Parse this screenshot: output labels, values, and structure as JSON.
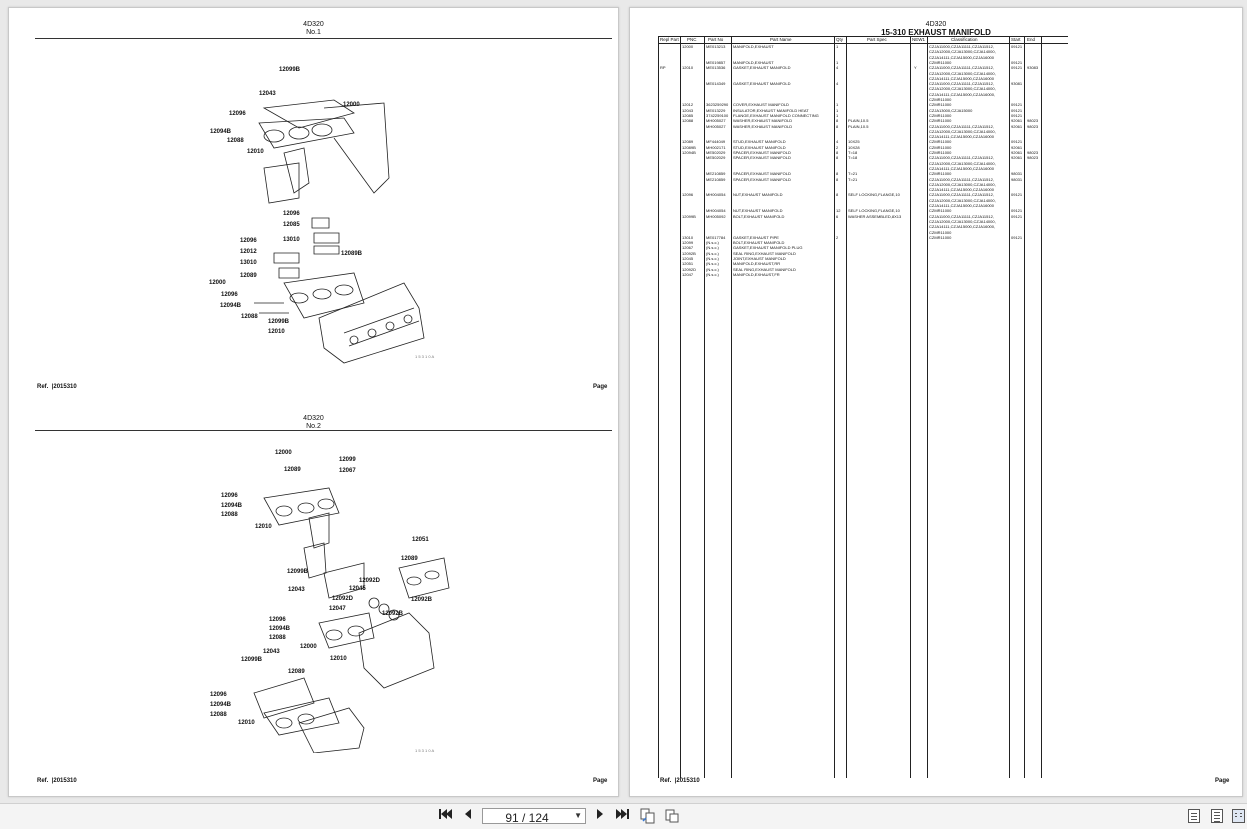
{
  "left_page": {
    "no1": {
      "model": "4D320",
      "number": "No.1",
      "ref_label": "Ref.",
      "ref_code": "2015310",
      "page_label": "Page",
      "stamp": "1 5 3 1 0 A"
    },
    "no2": {
      "model": "4D320",
      "number": "No.2",
      "ref_label": "Ref.",
      "ref_code": "2015310",
      "page_label": "Page",
      "stamp": "1 5 3 1 0 A"
    },
    "callouts1": [
      "12099B",
      "12043",
      "12000",
      "12096",
      "12094B",
      "12088",
      "12010"
    ],
    "callouts1b": [
      "12096",
      "12085",
      "13010",
      "12096",
      "12012",
      "13010",
      "12089B",
      "12089",
      "12000",
      "12096",
      "12094B",
      "12088",
      "12099B",
      "12010"
    ],
    "callouts2": [
      "12000",
      "12099",
      "12089",
      "12067",
      "12096",
      "12094B",
      "12088",
      "12010",
      "12051",
      "12089",
      "12099B",
      "12092D",
      "12043",
      "12045",
      "12092D",
      "12092B",
      "12047",
      "12092B",
      "12096",
      "12094B",
      "12088",
      "12000",
      "12043",
      "12010",
      "12099B",
      "12089",
      "12096",
      "12094B",
      "12088",
      "12010"
    ]
  },
  "right_page": {
    "model": "4D320",
    "title": "15-310 EXHAUST MANIFOLD",
    "ref_label": "Ref.",
    "ref_code": "2015310",
    "page_label": "Page",
    "columns": [
      "Repl Part",
      "PNC",
      "Part No",
      "Part Name",
      "Qty",
      "Part Spec",
      "NEW1",
      "Classification",
      "Start",
      "End"
    ],
    "rows": [
      [
        "",
        "12000",
        "ME013213",
        "MANIFOLD,EXHAUST",
        "1",
        "",
        "",
        "CZJA11000,CZJA11111,CZJA11512,",
        "09121",
        ""
      ],
      [
        "",
        "",
        "",
        "",
        "",
        "",
        "",
        "CZJA12000,CZJA13000,CZJA14000,",
        "",
        ""
      ],
      [
        "",
        "",
        "",
        "",
        "",
        "",
        "",
        "CZJA14111,CZJA15000,CZJA16000",
        "",
        ""
      ],
      [
        "",
        "",
        "ME019857",
        "MANIFOLD,EXHAUST",
        "1",
        "",
        "",
        "CZMR11000",
        "09121",
        ""
      ],
      [
        "RP",
        "12010",
        "ME013536",
        "GASKET,EXHAUST MANIFOLD",
        "4",
        "",
        "Y",
        "CZJA11000,CZJA11111,CZJA11512,",
        "09121",
        "93083"
      ],
      [
        "",
        "",
        "",
        "",
        "",
        "",
        "",
        "CZJA12000,CZJA13000,CZJA14000,",
        "",
        ""
      ],
      [
        "",
        "",
        "",
        "",
        "",
        "",
        "",
        "CZJA14111,CZJA15000,CZJA16000",
        "",
        ""
      ],
      [
        "",
        "",
        "ME014349",
        "GASKET,EXHAUST MANIFOLD",
        "4",
        "",
        "",
        "CZJA11000,CZJA11111,CZJA11512,",
        "93081",
        ""
      ],
      [
        "",
        "",
        "",
        "",
        "",
        "",
        "",
        "CZJA12000,CZJA13000,CZJA14000,",
        "",
        ""
      ],
      [
        "",
        "",
        "",
        "",
        "",
        "",
        "",
        "CZJA14111,CZJA15000,CZJA16000,",
        "",
        ""
      ],
      [
        "",
        "",
        "",
        "",
        "",
        "",
        "",
        "CZMR11000",
        "",
        ""
      ],
      [
        "",
        "12012",
        "3623259290",
        "COVER,EXHAUST MANIFOLD",
        "1",
        "",
        "",
        "CZMR11000",
        "09121",
        ""
      ],
      [
        "",
        "12043",
        "ME013229",
        "INSULATOR,EXHAUST MANIFOLD HEAT",
        "1",
        "",
        "",
        "CZJA13000,CZJA15000",
        "09121",
        ""
      ],
      [
        "",
        "12085",
        "3742259100",
        "FLANGE,EXHAUST MANIFOLD CONNECTING",
        "1",
        "",
        "",
        "CZMR11000",
        "09121",
        ""
      ],
      [
        "",
        "12088",
        "MH005027",
        "WASHER,EXHAUST MANIFOLD",
        "8",
        "PLAIN,10.5",
        "",
        "CZMR11000",
        "92061",
        "98023"
      ],
      [
        "",
        "",
        "MH005027",
        "WASHER,EXHAUST MANIFOLD",
        "8",
        "PLAIN,10.5",
        "",
        "CZJA11000,CZJA11111,CZJA11512,",
        "92061",
        "98023"
      ],
      [
        "",
        "",
        "",
        "",
        "",
        "",
        "",
        "CZJA12000,CZJA13000,CZJA14000,",
        "",
        ""
      ],
      [
        "",
        "",
        "",
        "",
        "",
        "",
        "",
        "CZJA14111,CZJA15000,CZJA16000",
        "",
        ""
      ],
      [
        "",
        "12089",
        "MF444049",
        "STUD,EXHAUST MANIFOLD",
        "4",
        "10X25",
        "",
        "CZMR11000",
        "09121",
        ""
      ],
      [
        "",
        "12089B",
        "MH002171",
        "STUD,EXHAUST MANIFOLD",
        "2",
        "10X28",
        "",
        "CZMR11000",
        "92061",
        ""
      ],
      [
        "",
        "12094B",
        "ME502029",
        "SPACER,EXHAUST MANIFOLD",
        "8",
        "T=18",
        "",
        "CZMR11000",
        "92061",
        "98023"
      ],
      [
        "",
        "",
        "ME502029",
        "SPACER,EXHAUST MANIFOLD",
        "8",
        "T=18",
        "",
        "CZJA11000,CZJA11111,CZJA11512,",
        "92061",
        "98023"
      ],
      [
        "",
        "",
        "",
        "",
        "",
        "",
        "",
        "CZJA12000,CZJA13000,CZJA14000,",
        "",
        ""
      ],
      [
        "",
        "",
        "",
        "",
        "",
        "",
        "",
        "CZJA14111,CZJA15000,CZJA16000",
        "",
        ""
      ],
      [
        "",
        "",
        "ME210859",
        "SPACER,EXHAUST MANIFOLD",
        "8",
        "T=21",
        "",
        "CZMR11000",
        "98031",
        ""
      ],
      [
        "",
        "",
        "ME210859",
        "SPACER,EXHAUST MANIFOLD",
        "8",
        "T=21",
        "",
        "CZJA11000,CZJA11111,CZJA11512,",
        "98031",
        ""
      ],
      [
        "",
        "",
        "",
        "",
        "",
        "",
        "",
        "CZJA12000,CZJA13000,CZJA14000,",
        "",
        ""
      ],
      [
        "",
        "",
        "",
        "",
        "",
        "",
        "",
        "CZJA14111,CZJA15000,CZJA16000",
        "",
        ""
      ],
      [
        "",
        "12096",
        "MH004054",
        "NUT,EXHAUST MANIFOLD",
        "8",
        "SELF LOCKING,FLANGE,10",
        "",
        "CZJA11000,CZJA11111,CZJA11512,",
        "09121",
        ""
      ],
      [
        "",
        "",
        "",
        "",
        "",
        "",
        "",
        "CZJA12000,CZJA13000,CZJA14000,",
        "",
        ""
      ],
      [
        "",
        "",
        "",
        "",
        "",
        "",
        "",
        "CZJA14111,CZJA15000,CZJA16000",
        "",
        ""
      ],
      [
        "",
        "",
        "MH004054",
        "NUT,EXHAUST MANIFOLD",
        "12",
        "SELF LOCKING,FLANGE,10",
        "",
        "CZMR11000",
        "09121",
        ""
      ],
      [
        "",
        "12099B",
        "MH005092",
        "BOLT,EXHAUST MANIFOLD",
        "6",
        "WASHER ASSEMBLED,8X13",
        "",
        "CZJA11000,CZJA11111,CZJA11512,",
        "09121",
        ""
      ],
      [
        "",
        "",
        "",
        "",
        "",
        "",
        "",
        "CZJA12000,CZJA13000,CZJA14000,",
        "",
        ""
      ],
      [
        "",
        "",
        "",
        "",
        "",
        "",
        "",
        "CZJA14111,CZJA15000,CZJA16000,",
        "",
        ""
      ],
      [
        "",
        "",
        "",
        "",
        "",
        "",
        "",
        "CZMR11000",
        "",
        ""
      ],
      [
        "",
        "13010",
        "ME017784",
        "GASKET,EXHAUST PIPE",
        "2",
        "",
        "",
        "CZMR11000",
        "09121",
        ""
      ],
      [
        "",
        "12099",
        "(N.s.c.)",
        "BOLT,EXHAUST MANIFOLD",
        "",
        "",
        "",
        "",
        "",
        ""
      ],
      [
        "",
        "12067",
        "(N.s.c.)",
        "GASKET,EXHAUST MANIFOLD PLUG",
        "",
        "",
        "",
        "",
        "",
        ""
      ],
      [
        "",
        "12092B",
        "(N.s.c.)",
        "SEAL RING,EXHAUST MANIFOLD",
        "",
        "",
        "",
        "",
        "",
        ""
      ],
      [
        "",
        "12045",
        "(N.s.c.)",
        "JOINT,EXHAUST MANIFOLD",
        "",
        "",
        "",
        "",
        "",
        ""
      ],
      [
        "",
        "12051",
        "(N.s.c.)",
        "MANIFOLD,EXHAUST,RR",
        "",
        "",
        "",
        "",
        "",
        ""
      ],
      [
        "",
        "12092D",
        "(N.s.c.)",
        "SEAL RING,EXHAUST MANIFOLD",
        "",
        "",
        "",
        "",
        "",
        ""
      ],
      [
        "",
        "12047",
        "(N.s.c.)",
        "MANIFOLD,EXHAUST,FR",
        "",
        "",
        "",
        "",
        "",
        ""
      ]
    ]
  },
  "toolbar": {
    "page_value": "91 / 124",
    "first_icon": "first-page-icon",
    "prev_icon": "prev-page-icon",
    "next_icon": "next-page-icon",
    "last_icon": "last-page-icon"
  }
}
